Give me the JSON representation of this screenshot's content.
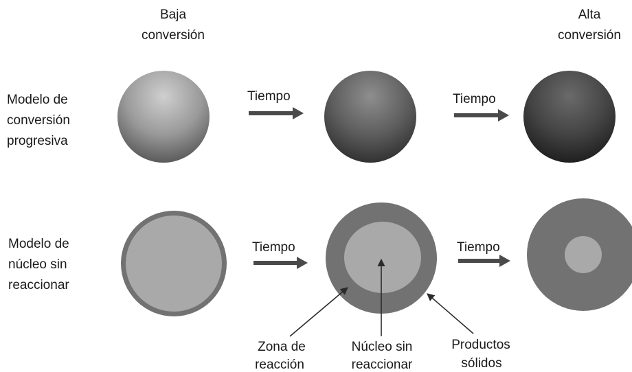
{
  "columns": {
    "low": [
      "Baja",
      "conversión"
    ],
    "high": [
      "Alta",
      "conversión"
    ]
  },
  "rows": {
    "progressive": [
      "Modelo de",
      "conversión",
      "progresiva"
    ],
    "shrinking_core": [
      "Modelo de",
      "núcleo sin",
      "reaccionar"
    ]
  },
  "arrow_label": "Tiempo",
  "annotations": {
    "reaction_zone": [
      "Zona de",
      "reacción"
    ],
    "unreacted_core": [
      "Núcleo sin",
      "reaccionar"
    ],
    "solid_products": [
      "Productos",
      "sólidos"
    ]
  },
  "colors": {
    "arrow": "#4a4a4a",
    "shell": "#727272",
    "core": "#a9a9a9",
    "text": "#1a1a1a"
  }
}
